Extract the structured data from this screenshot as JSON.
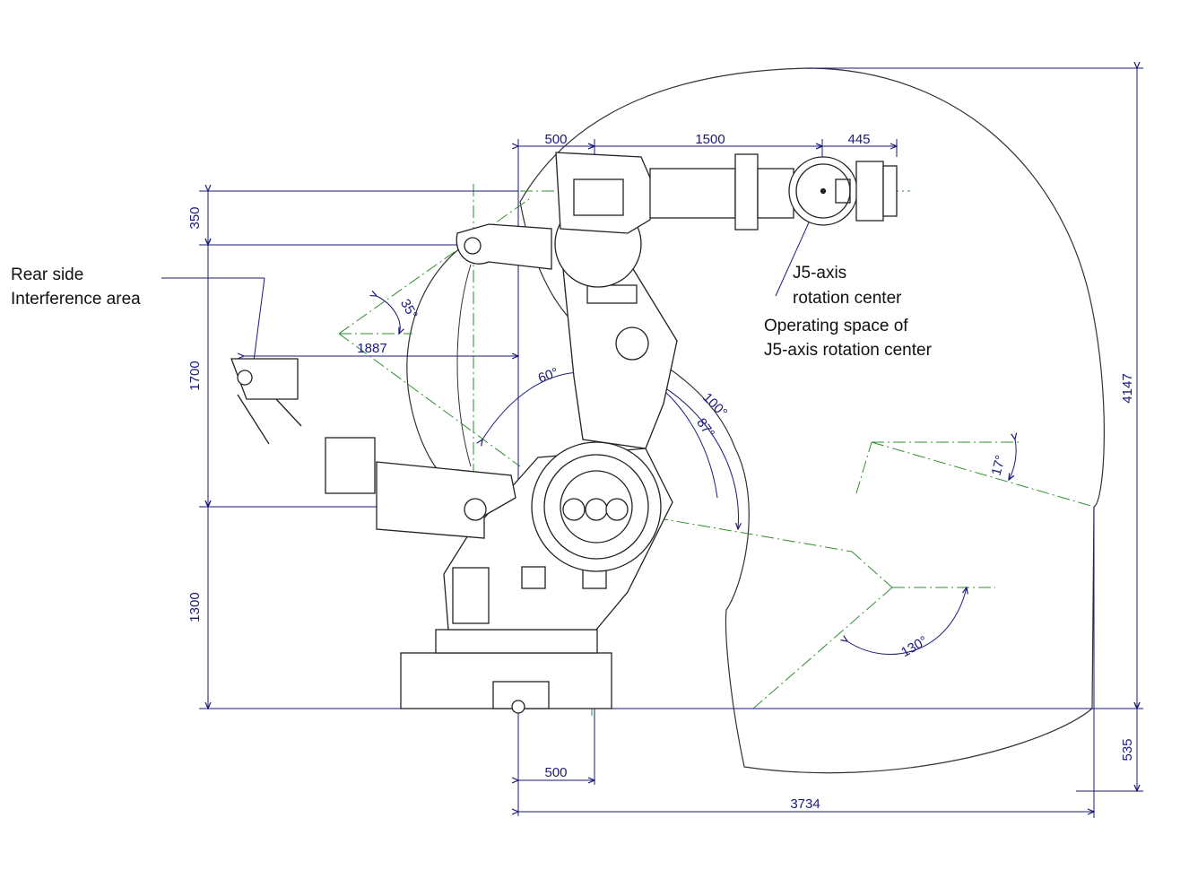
{
  "dimensions": {
    "top_500": "500",
    "top_1500": "1500",
    "top_445": "445",
    "left_350": "350",
    "left_1700": "1700",
    "left_1300": "1300",
    "right_4147": "4147",
    "right_535": "535",
    "bottom_500": "500",
    "bottom_3734": "3734",
    "reach_1887": "1887"
  },
  "angles": {
    "a35": "35°",
    "a60": "60°",
    "a100": "100°",
    "a87": "87°",
    "a17": "17°",
    "a130": "130°"
  },
  "labels": {
    "rear_line1": "Rear side",
    "rear_line2": "Interference area",
    "j5_line1": "J5-axis",
    "j5_line2": "rotation center",
    "space_line1": "Operating space of",
    "space_line2": "J5-axis rotation center"
  },
  "colors": {
    "dimension": "#1a1a7a",
    "centerline": "#2f8f2f",
    "outline": "#222222"
  }
}
